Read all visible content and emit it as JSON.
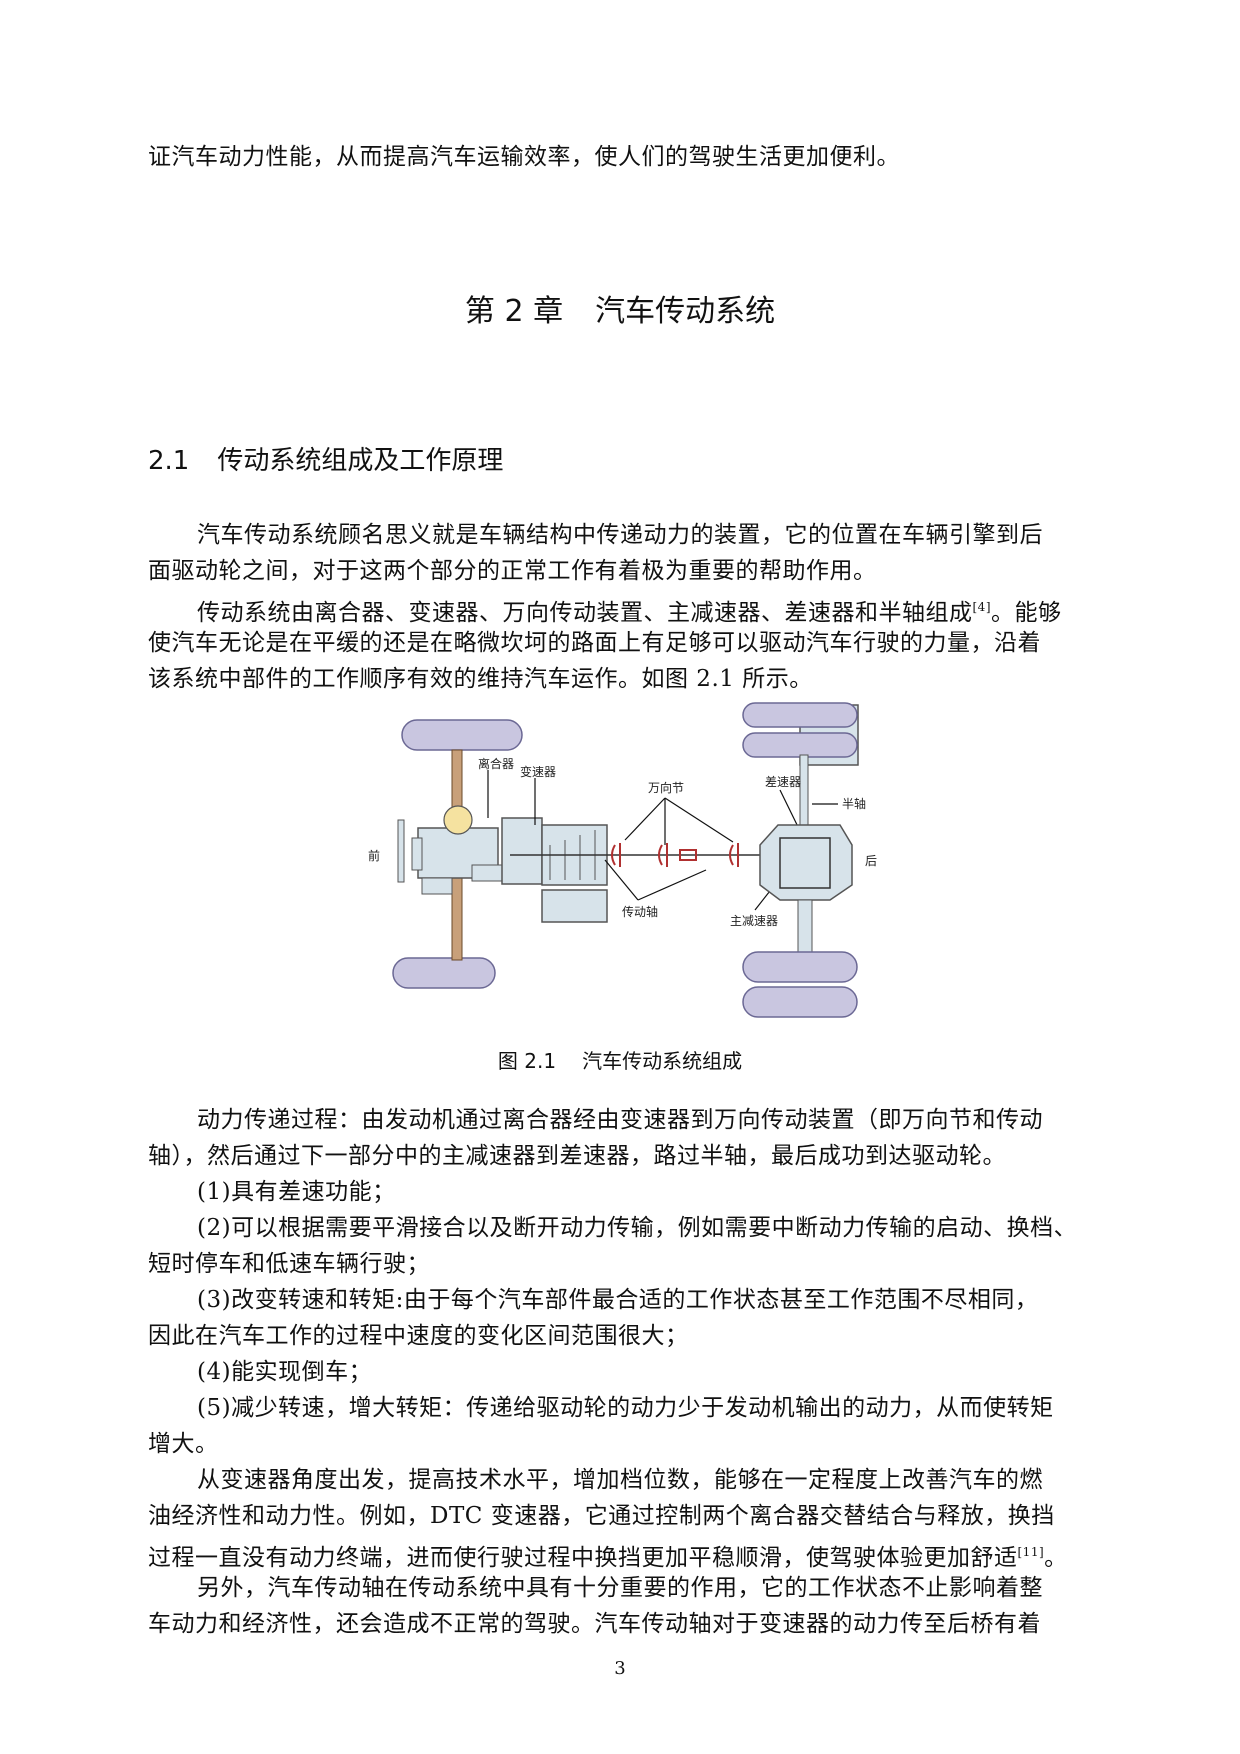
{
  "page": {
    "lead_line": "证汽车动力性能，从而提高汽车运输效率，使人们的驾驶生活更加便利。",
    "chapter": {
      "number": "第 2 章",
      "title": "汽车传动系统"
    },
    "section": {
      "number": "2.1",
      "title": "传动系统组成及工作原理"
    },
    "paragraphs": [
      {
        "lines": [
          "汽车传动系统顾名思义就是车辆结构中传递动力的装置，它的位置在车辆引擎到后",
          "面驱动轮之间，对于这两个部分的正常工作有着极为重要的帮助作用。"
        ]
      },
      {
        "lines": [
          "传动系统由离合器、变速器、万向传动装置、主减速器、差速器和半轴组成",
          "使汽车无论是在平缓的还是在略微坎坷的路面上有足够可以驱动汽车行驶的力量，沿着",
          "该系统中部件的工作顺序有效的维持汽车运作。如图 2.1 所示。"
        ],
        "citation": "[4]",
        "after_citation": "。能够"
      }
    ],
    "figure": {
      "caption_number": "图 2.1",
      "caption_title": "汽车传动系统组成",
      "labels": {
        "front": "前",
        "rear": "后",
        "clutch": "离合器",
        "gearbox": "变速器",
        "universal_joint": "万向节",
        "drive_shaft": "传动轴",
        "differential": "差速器",
        "half_shaft": "半轴",
        "final_drive": "主减速器"
      },
      "colors": {
        "wheel": "#c9c6e0",
        "wheel_stroke": "#6b6894",
        "housing": "#d7e3ea",
        "housing_stroke": "#555",
        "axle": "#c8a07a",
        "engine_top": "#f5e2a0",
        "joint": "#b03030"
      }
    },
    "body": {
      "p3": [
        "动力传递过程：由发动机通过离合器经由变速器到万向传动装置（即万向节和传动",
        "轴），然后通过下一部分中的主减速器到差速器，路过半轴，最后成功到达驱动轮。"
      ],
      "item1": "(1)具有差速功能；",
      "item2": [
        "(2)可以根据需要平滑接合以及断开动力传输，例如需要中断动力传输的启动、换档、",
        "短时停车和低速车辆行驶；"
      ],
      "item3": [
        "(3)改变转速和转矩:由于每个汽车部件最合适的工作状态甚至工作范围不尽相同，",
        "因此在汽车工作的过程中速度的变化区间范围很大；"
      ],
      "item4": "(4)能实现倒车；",
      "item5": [
        "(5)减少转速，增大转矩：传递给驱动轮的动力少于发动机输出的动力，从而使转矩",
        "增大。"
      ],
      "p4": [
        "从变速器角度出发，提高技术水平，增加档位数，能够在一定程度上改善汽车的燃",
        "油经济性和动力性。例如，DTC 变速器，它通过控制两个离合器交替结合与释放，换挡",
        "过程一直没有动力终端，进而使行驶过程中换挡更加平稳顺滑，使驾驶体验更加舒适"
      ],
      "p4_citation": "[11]",
      "p4_end": "。",
      "p5": [
        "另外，汽车传动轴在传动系统中具有十分重要的作用，它的工作状态不止影响着整",
        "车动力和经济性，还会造成不正常的驾驶。汽车传动轴对于变速器的动力传至后桥有着"
      ]
    },
    "page_number": "3"
  }
}
